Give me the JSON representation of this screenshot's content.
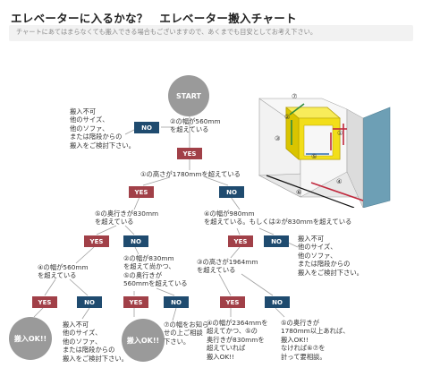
{
  "header": {
    "title": "エレベーターに入るかな？　エレベーター搬入チャート",
    "note": "チャートにあてはまらなくても搬入できる場合もございますので、あくまでも目安としてお考え下さい。"
  },
  "colors": {
    "yes": "#a14048",
    "no": "#1f4b6f",
    "circle": "#9a9a9a",
    "line": "#a0a0a0"
  },
  "flow": {
    "start": "START",
    "yes": "YES",
    "no": "NO",
    "ok": "搬入OK!!",
    "q_width560": "②の幅が560mm\nを超えている",
    "reject_top": "搬入不可\n他のサイズ、\n他のソファ、\nまたは階段からの\n搬入をご検討下さい。",
    "q_height1780": "①の高さが1780mmを超えている",
    "q_depth830": "⑤の奥行きが830mm\nを超えている",
    "q_width980": "④の幅が980mm\nを超えている。もしくは②が830mmを超えている",
    "q_width4_560": "④の幅が560mm\nを超えている",
    "q_width830_depth560": "②の幅が830mm\nを超えて尚かつ、\n⑤の奥行きが\n560mmを超えている",
    "q_height1964": "③の高さが1964mm\nを超えている",
    "reject_right": "搬入不可\n他のサイズ、\n他のソファ、\nまたは階段からの\n搬入をご検討下さい。",
    "reject_bottom": "搬入不可\n他のサイズ、\n他のソファ、\nまたは階段からの\n搬入をご検討下さい。",
    "consult_width": "⑦の幅をお知ら\nせの上ご相談\n下さい。",
    "q_width2364": "④の幅が2364mmを\n超えてかつ、⑤の\n奥行きが830mmを\n超えていれば\n搬入OK!!",
    "q_depth1780": "⑤の奥行きが\n1780mm以上あれば、\n搬入OK!!\nなければ⑥⑦を\n計って要相談。"
  },
  "diagram": {
    "labels": [
      "①",
      "②",
      "③",
      "④",
      "⑤",
      "⑥",
      "⑦"
    ]
  }
}
